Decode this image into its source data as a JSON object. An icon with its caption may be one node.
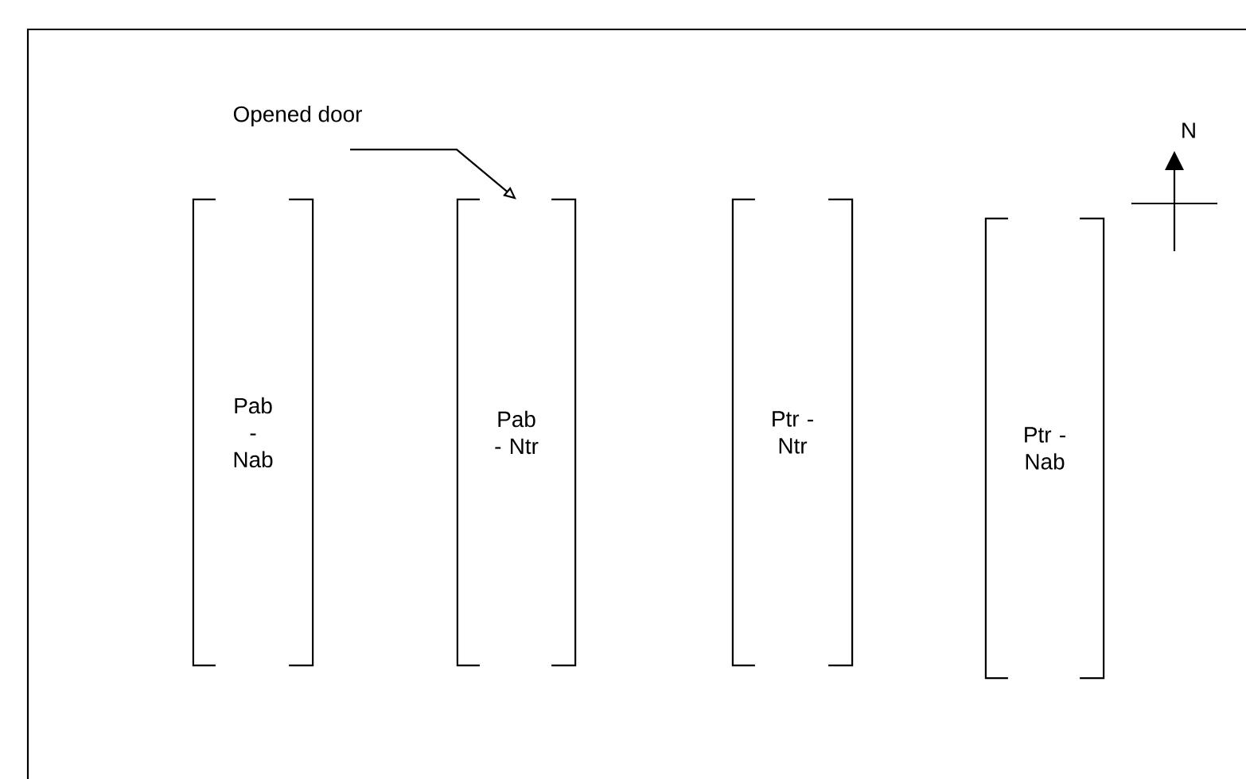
{
  "diagram": {
    "nodes": [
      {
        "text": [
          "Opened door"
        ]
      },
      {
        "text": [
          "Pab - Nab"
        ]
      },
      {
        "text": [
          "Pab - Ntr"
        ]
      },
      {
        "text": [
          "Ptr - Ntr"
        ]
      },
      {
        "text": [
          "Ptr - Nab"
        ]
      }
    ],
    "edges": [
      {
        "from": 0,
        "to": 2,
        "arrow": "to"
      }
    ],
    "labels": [
      "N"
    ]
  }
}
